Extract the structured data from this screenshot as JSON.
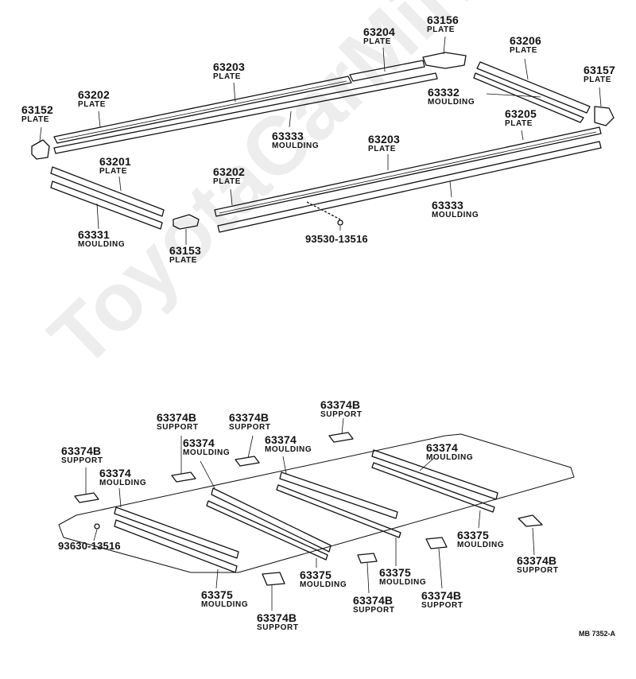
{
  "watermark": "ToyotaCarMirror.Ru",
  "diagram_code": "MB 7352-A",
  "callouts": [
    {
      "id": "c63156",
      "part": "63156",
      "name": "PLATE"
    },
    {
      "id": "c63204",
      "part": "63204",
      "name": "PLATE"
    },
    {
      "id": "c63206",
      "part": "63206",
      "name": "PLATE"
    },
    {
      "id": "c63203a",
      "part": "63203",
      "name": "PLATE"
    },
    {
      "id": "c63157",
      "part": "63157",
      "name": "PLATE"
    },
    {
      "id": "c63202a",
      "part": "63202",
      "name": "PLATE"
    },
    {
      "id": "c63332",
      "part": "63332",
      "name": "MOULDING"
    },
    {
      "id": "c63152",
      "part": "63152",
      "name": "PLATE"
    },
    {
      "id": "c63205",
      "part": "63205",
      "name": "PLATE"
    },
    {
      "id": "c63333a",
      "part": "63333",
      "name": "MOULDING"
    },
    {
      "id": "c63203b",
      "part": "63203",
      "name": "PLATE"
    },
    {
      "id": "c63201",
      "part": "63201",
      "name": "PLATE"
    },
    {
      "id": "c63202b",
      "part": "63202",
      "name": "PLATE"
    },
    {
      "id": "c63333b",
      "part": "63333",
      "name": "MOULDING"
    },
    {
      "id": "c63331",
      "part": "63331",
      "name": "MOULDING"
    },
    {
      "id": "c93530",
      "part": "93530-13516",
      "name": ""
    },
    {
      "id": "c63153",
      "part": "63153",
      "name": "PLATE"
    },
    {
      "id": "c63374Ba",
      "part": "63374B",
      "name": "SUPPORT"
    },
    {
      "id": "c63374Bb",
      "part": "63374B",
      "name": "SUPPORT"
    },
    {
      "id": "c63374Bc",
      "part": "63374B",
      "name": "SUPPORT"
    },
    {
      "id": "c63374a",
      "part": "63374",
      "name": "MOULDING"
    },
    {
      "id": "c63374b",
      "part": "63374",
      "name": "MOULDING"
    },
    {
      "id": "c63374c",
      "part": "63374",
      "name": "MOULDING"
    },
    {
      "id": "c63374Bd",
      "part": "63374B",
      "name": "SUPPORT"
    },
    {
      "id": "c63374d",
      "part": "63374",
      "name": "MOULDING"
    },
    {
      "id": "c93630",
      "part": "93630-13516",
      "name": ""
    },
    {
      "id": "c63375a",
      "part": "63375",
      "name": "MOULDING"
    },
    {
      "id": "c63374Be",
      "part": "63374B",
      "name": "SUPPORT"
    },
    {
      "id": "c63375b",
      "part": "63375",
      "name": "MOULDING"
    },
    {
      "id": "c63375c",
      "part": "63375",
      "name": "MOULDING"
    },
    {
      "id": "c63375d",
      "part": "63375",
      "name": "MOULDING"
    },
    {
      "id": "c63374Bf",
      "part": "63374B",
      "name": "SUPPORT"
    },
    {
      "id": "c63374Bg",
      "part": "63374B",
      "name": "SUPPORT"
    },
    {
      "id": "c63374Bh",
      "part": "63374B",
      "name": "SUPPORT"
    }
  ]
}
